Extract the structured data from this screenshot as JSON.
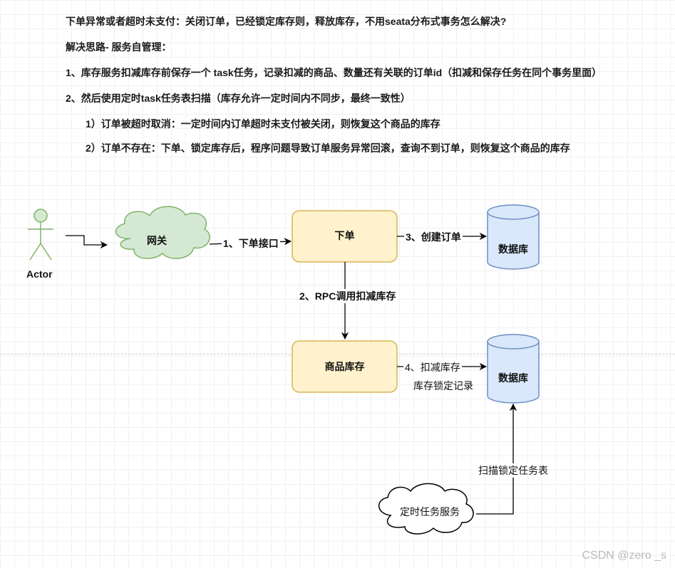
{
  "notes": [
    "下单异常或者超时未支付：关闭订单，已经锁定库存则，释放库存，不用seata分布式事务怎么解决?",
    "解决思路- 服务自管理：",
    "1、库存服务扣减库存前保存一个 task任务，记录扣减的商品、数量还有关联的订单id（扣减和保存任务在同个事务里面）",
    "2、然后使用定时task任务表扫描（库存允许一定时间内不同步，最终一致性）",
    "1）订单被超时取消：一定时间内订单超时未支付被关闭，则恢复这个商品的库存",
    "2）订单不存在：下单、锁定库存后，程序问题导致订单服务异常回滚，查询不到订单，则恢复这个商品的库存"
  ],
  "nodes": {
    "actor": "Actor",
    "gateway": "网关",
    "order": "下单",
    "db_top": "数据库",
    "inventory": "商品库存",
    "db_bottom": "数据库",
    "scheduler": "定时任务服务"
  },
  "edges": {
    "order_api": "1、下单接口",
    "rpc_deduct": "2、RPC调用扣减库存",
    "create_order": "3、创建订单",
    "deduct_stock": "4、扣减库存",
    "lock_record": "库存锁定记录",
    "scan_table": "扫描锁定任务表"
  },
  "colors": {
    "gateway_fill": "#d5e8d4",
    "gateway_stroke": "#82b366",
    "process_fill": "#fff2cc",
    "process_stroke": "#d6b656",
    "db_fill": "#dae8fc",
    "db_stroke": "#6c8ebf",
    "line": "#000000"
  },
  "watermark": "CSDN @zero _s"
}
